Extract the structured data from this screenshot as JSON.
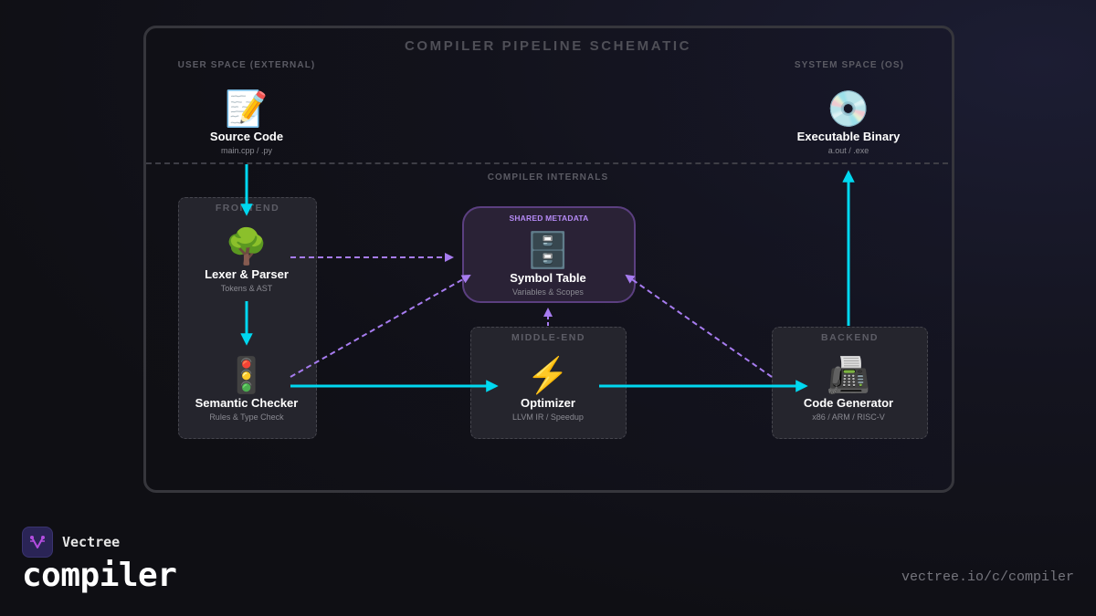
{
  "diagram": {
    "title": "COMPILER PIPELINE SCHEMATIC",
    "zones": {
      "user_space": "USER SPACE (EXTERNAL)",
      "system_space": "SYSTEM SPACE (OS)",
      "internals": "COMPILER INTERNALS"
    },
    "groups": {
      "frontend": "FRONTEND",
      "middle_end": "MIDDLE-END",
      "backend": "BACKEND",
      "shared": "SHARED METADATA"
    },
    "nodes": {
      "source": {
        "icon": "📝",
        "icon_name": "memo-icon",
        "name": "Source Code",
        "sub": "main.cpp / .py"
      },
      "binary": {
        "icon": "💿",
        "icon_name": "disc-icon",
        "name": "Executable Binary",
        "sub": "a.out / .exe"
      },
      "lexer": {
        "icon": "🌳",
        "icon_name": "tree-icon",
        "name": "Lexer & Parser",
        "sub": "Tokens & AST"
      },
      "semantic": {
        "icon": "🚦",
        "icon_name": "traffic-light-icon",
        "name": "Semantic Checker",
        "sub": "Rules & Type Check"
      },
      "symbol": {
        "icon": "🗄️",
        "icon_name": "file-cabinet-icon",
        "name": "Symbol Table",
        "sub": "Variables & Scopes"
      },
      "optimizer": {
        "icon": "⚡",
        "icon_name": "lightning-icon",
        "name": "Optimizer",
        "sub": "LLVM IR / Speedup"
      },
      "codegen": {
        "icon": "📠",
        "icon_name": "fax-machine-icon",
        "name": "Code Generator",
        "sub": "x86 / ARM / RISC-V"
      }
    },
    "edges": [
      {
        "from": "source",
        "to": "lexer",
        "style": "solid"
      },
      {
        "from": "lexer",
        "to": "semantic",
        "style": "solid"
      },
      {
        "from": "semantic",
        "to": "optimizer",
        "style": "solid"
      },
      {
        "from": "optimizer",
        "to": "codegen",
        "style": "solid"
      },
      {
        "from": "codegen",
        "to": "binary",
        "style": "solid"
      },
      {
        "from": "lexer",
        "to": "symbol",
        "style": "dashed"
      },
      {
        "from": "semantic",
        "to": "symbol",
        "style": "dashed"
      },
      {
        "from": "optimizer",
        "to": "symbol",
        "style": "dashed"
      },
      {
        "from": "codegen",
        "to": "symbol",
        "style": "dashed"
      }
    ],
    "colors": {
      "flow": "#00d8f0",
      "metadata": "#a77cf0"
    }
  },
  "footer": {
    "brand": "Vectree",
    "product": "compiler",
    "url": "vectree.io/c/compiler"
  }
}
